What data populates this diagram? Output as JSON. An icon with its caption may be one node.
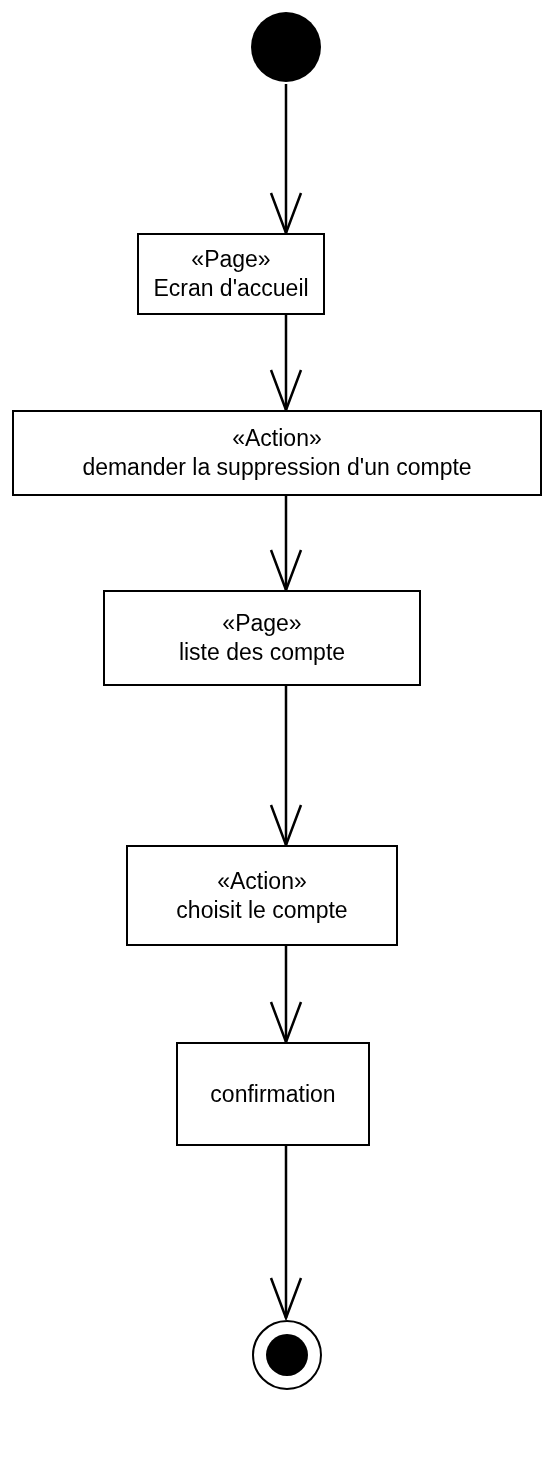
{
  "diagram": {
    "nodes": [
      {
        "text": [],
        "shape": "circle"
      },
      {
        "text": [
          "«Page»",
          "Ecran d'accueil"
        ]
      },
      {
        "text": [
          "«Action»",
          "demander la suppression d'un compte"
        ]
      },
      {
        "text": [
          "«Page»",
          "liste des compte"
        ]
      },
      {
        "text": [
          "«Action»",
          "choisit le compte"
        ]
      },
      {
        "text": [
          "confirmation"
        ]
      },
      {
        "text": [],
        "shape": "circle"
      }
    ],
    "edges": [
      {
        "from": 0,
        "to": 1,
        "arrow": "to"
      },
      {
        "from": 1,
        "to": 2,
        "arrow": "to"
      },
      {
        "from": 2,
        "to": 3,
        "arrow": "to"
      },
      {
        "from": 3,
        "to": 4,
        "arrow": "to"
      },
      {
        "from": 4,
        "to": 5,
        "arrow": "to"
      },
      {
        "from": 5,
        "to": 6,
        "arrow": "to"
      }
    ]
  }
}
